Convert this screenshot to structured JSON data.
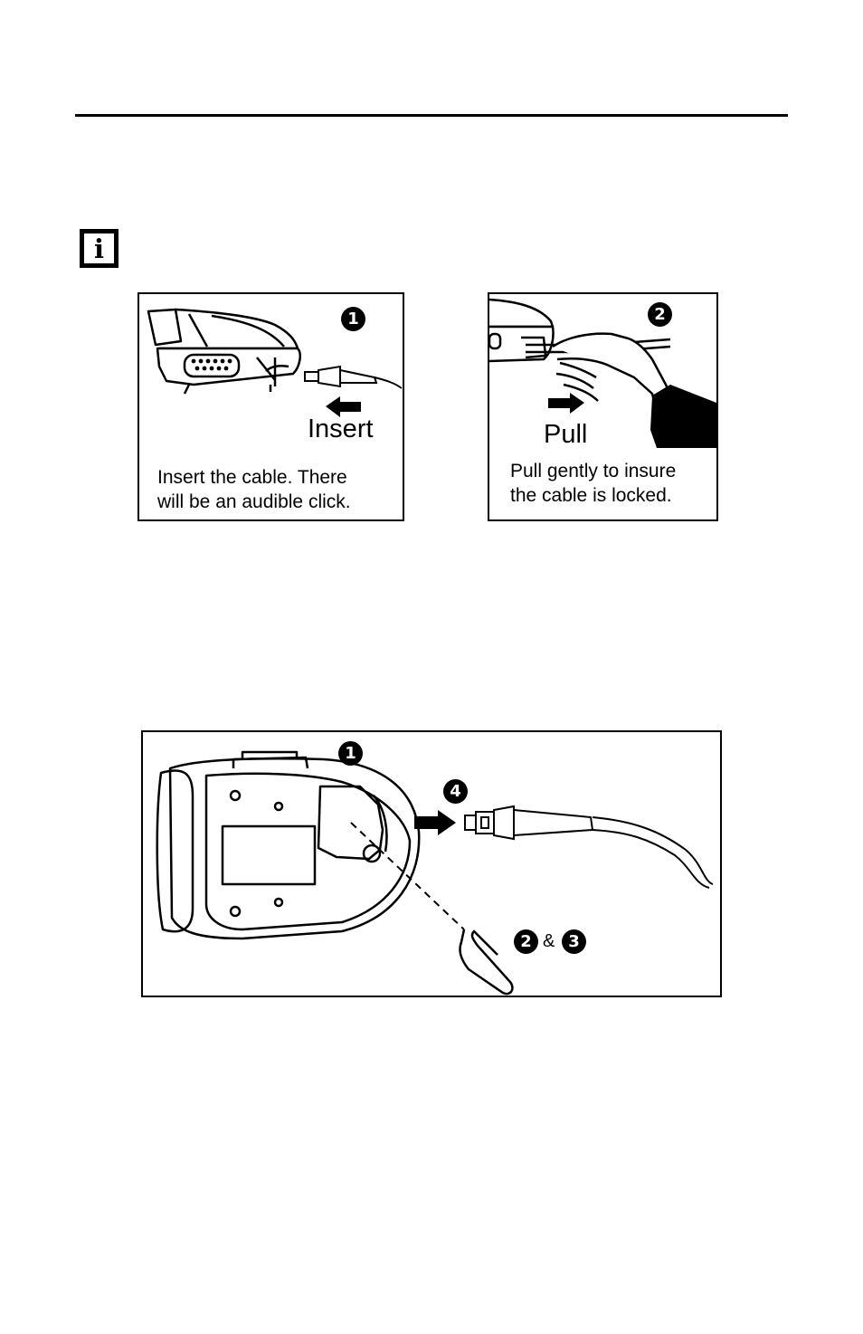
{
  "header": {
    "rule": true
  },
  "note": {
    "icon": "info-icon",
    "letter": "i"
  },
  "figures": {
    "insert_panel": {
      "step": "1",
      "action_label": "Insert",
      "caption": "Insert the cable. There\nwill be an audible click."
    },
    "pull_panel": {
      "step": "2",
      "action_label": "Pull",
      "caption": "Pull gently to insure\nthe cable is locked."
    },
    "removal_panel": {
      "step_scanner": "1",
      "step_cable": "4",
      "step_clip_a": "2",
      "step_clip_join": "&",
      "step_clip_b": "3"
    }
  }
}
